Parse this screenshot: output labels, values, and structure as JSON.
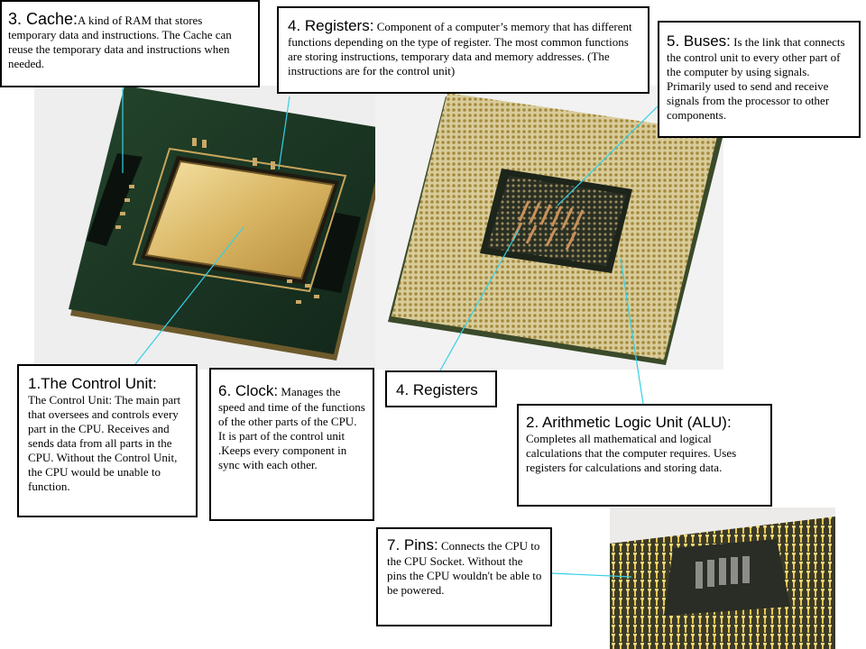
{
  "labels": {
    "cache": {
      "title": "3. Cache:",
      "text": "A kind of RAM that stores temporary data and instructions. The Cache can reuse the temporary data and instructions when needed."
    },
    "registers_top": {
      "title": "4. Registers:",
      "text": " Component of a computer’s memory that has different functions depending on the type of register. The most common functions are storing instructions, temporary data and memory addresses. (The instructions are for the control unit)"
    },
    "buses": {
      "title": "5. Buses:",
      "text": " Is the link that connects the control unit to every other part of the computer by using signals. Primarily used to send and receive signals from the processor to other components."
    },
    "control_unit": {
      "title": "1.The Control Unit:",
      "text": "The Control Unit: The main part that oversees and controls every part in the CPU. Receives and sends data from all parts in the CPU. Without the Control Unit, the CPU would be unable to function."
    },
    "clock": {
      "title": "6. Clock:",
      "text": " Manages the speed and time of the functions of the other parts of the CPU. It is part of the control unit .Keeps every component in sync with each other."
    },
    "registers_mid": {
      "title": "4. Registers"
    },
    "alu": {
      "title": "2. Arithmetic Logic Unit (ALU):",
      "text": "Completes all mathematical and logical calculations that the computer requires. Uses registers for calculations and storing data."
    },
    "pins": {
      "title": "7. Pins:",
      "text": " Connects the CPU to the CPU Socket. Without the pins the CPU wouldn't be able to be powered."
    }
  },
  "colors": {
    "leader": "#35d0e6",
    "border": "#000000"
  }
}
